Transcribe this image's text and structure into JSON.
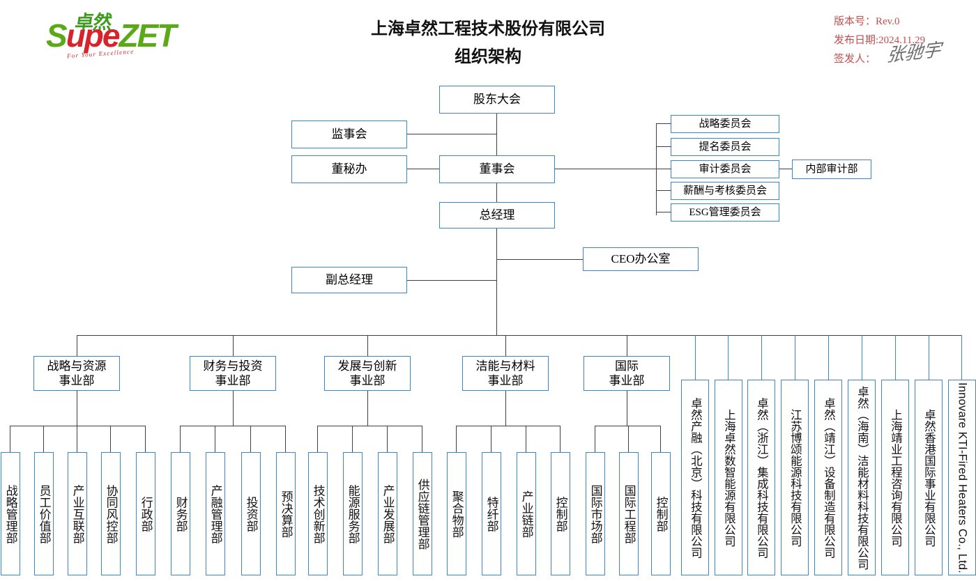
{
  "logo": {
    "cn": "卓然",
    "word_1": "S",
    "word_2": "upe",
    "word_3": "ZET",
    "tagline": "For Your Excellence"
  },
  "header": {
    "company": "上海卓然工程技术股份有限公司",
    "subtitle": "组织架构",
    "version_label": "版本号：",
    "version_value": "Rev.0",
    "date_label": "发布日期:",
    "date_value": "2024.11.29",
    "issuer_label": "签发人：",
    "issuer_signature": "张驰宇"
  },
  "colors": {
    "box_border": "#3d85c6",
    "connector": "#3f3f3f",
    "meta_text": "#c0504d",
    "logo_green": "#5aa916",
    "logo_red": "#d8232a"
  },
  "governance": {
    "shareholders": "股东大会",
    "supervisors": "监事会",
    "board_secretary": "董秘办",
    "board": "董事会",
    "general_manager": "总经理",
    "deputy_general_manager": "副总经理",
    "ceo_office": "CEO办公室"
  },
  "committees": [
    {
      "name": "战略委员会"
    },
    {
      "name": "提名委员会"
    },
    {
      "name": "审计委员会"
    },
    {
      "name": "薪酬与考核委员会"
    },
    {
      "name": "ESG管理委员会"
    }
  ],
  "audit_department": "内部审计部",
  "divisions": [
    {
      "name": "战略与资源\n事业部",
      "line1": "战略与资源",
      "line2": "事业部",
      "departments": [
        "战略管理部",
        "员工价值部",
        "产业互联部",
        "协同风控部",
        "行政部"
      ]
    },
    {
      "name": "财务与投资\n事业部",
      "line1": "财务与投资",
      "line2": "事业部",
      "departments": [
        "财务部",
        "产融管理部",
        "投资部",
        "预决算部"
      ]
    },
    {
      "name": "发展与创新\n事业部",
      "line1": "发展与创新",
      "line2": "事业部",
      "departments": [
        "技术创新部",
        "能源服务部",
        "产业发展部",
        "供应链管理部"
      ]
    },
    {
      "name": "洁能与材料\n事业部",
      "line1": "洁能与材料",
      "line2": "事业部",
      "departments": [
        "聚合物部",
        "特纤部",
        "产业链部",
        "控制部"
      ]
    },
    {
      "name": "国际\n事业部",
      "line1": "国际",
      "line2": "事业部",
      "departments": [
        "国际市场部",
        "国际工程部",
        "控制部"
      ]
    }
  ],
  "subsidiaries": [
    "卓然产融（北京）科技有限公司",
    "上海卓然数智能源有限公司",
    "卓然（浙江）集成科技有限公司",
    "江苏博颂能源科技有限公司",
    "卓然（靖江）设备制造有限公司",
    "卓然（海南）洁能材料科技有限公司",
    "上海靖业工程咨询有限公司",
    "卓然香港国际事业有限公司",
    "Innovare KTI-Fired Heaters Co., Ltd."
  ]
}
